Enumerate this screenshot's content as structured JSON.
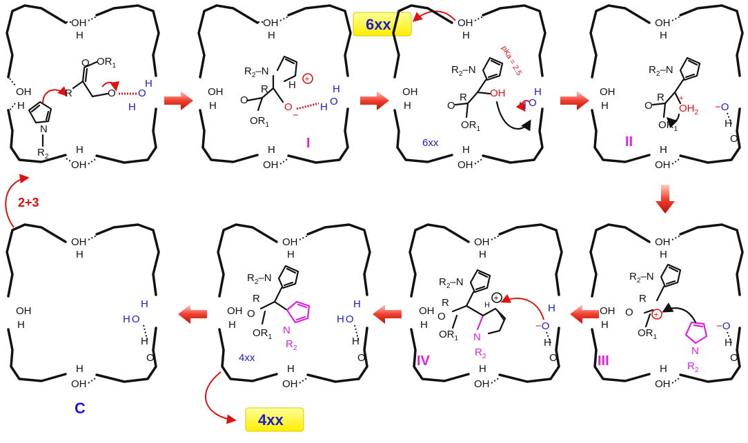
{
  "labels": {
    "intermediate_I": "I",
    "intermediate_II": "II",
    "intermediate_III": "III",
    "intermediate_IV": "IV",
    "product_6xx": "6xx",
    "product_6xx_inside": "6xx",
    "product_4xx": "4xx",
    "product_4xx_inside": "4xx",
    "capsule": "C",
    "step_2plus3": "2+3",
    "pka": "pKa = 2.5"
  },
  "atoms": {
    "oh": "OH",
    "o": "O",
    "h": "H",
    "n": "N",
    "r": "R",
    "or1": "OR",
    "r1": "R",
    "r2": "R",
    "sub1": "1",
    "sub2": "2",
    "minus": "−",
    "plus": "+",
    "oh2": "OH",
    "oplus": "⊕"
  },
  "colors": {
    "structure": "#111111",
    "water_blue": "#1a1ad6",
    "highlight_red": "#e01010",
    "intermediate_magenta": "#e020e0",
    "product_box": "#ffff33",
    "flow_arrow": "#e01010"
  }
}
